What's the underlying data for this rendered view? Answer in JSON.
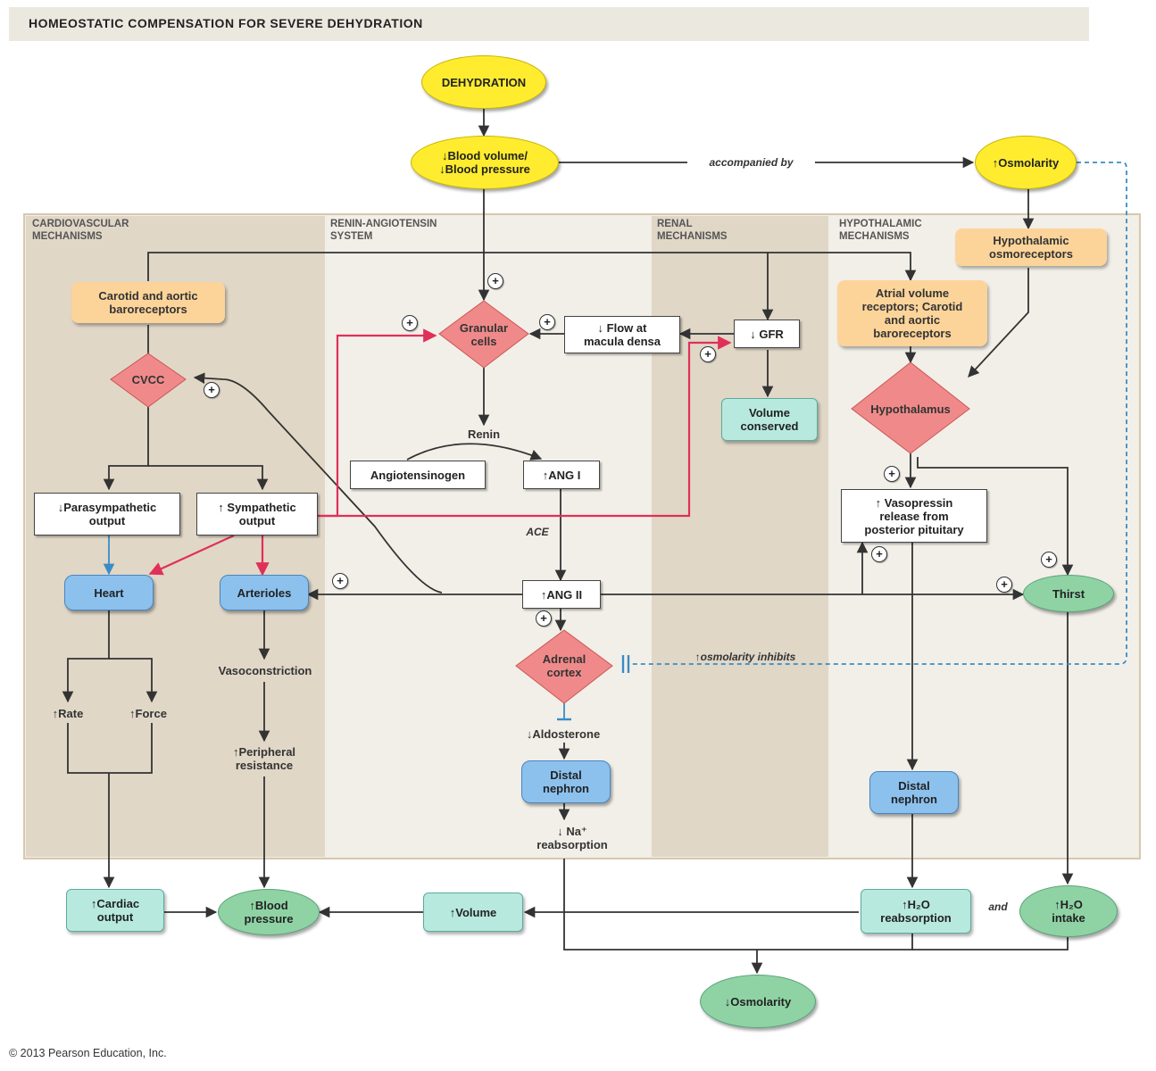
{
  "title": "HOMEOSTATIC COMPENSATION FOR SEVERE DEHYDRATION",
  "columns": {
    "cardio": "CARDIOVASCULAR\nMECHANISMS",
    "renin": "RENIN-ANGIOTENSIN\nSYSTEM",
    "renal": "RENAL\nMECHANISMS",
    "hypo": "HYPOTHALAMIC\nMECHANISMS"
  },
  "nodes": {
    "dehydration": "DEHYDRATION",
    "blood_volume": "↓Blood volume/\n↓Blood pressure",
    "accompanied": "accompanied by",
    "osmolarity_up": "↑Osmolarity",
    "hypo_osmo": "Hypothalamic\nosmoreceptors",
    "carotid": "Carotid and aortic\nbaroreceptors",
    "cvcc": "CVCC",
    "granular": "Granular\ncells",
    "flow_macula": "↓ Flow at\nmacula densa",
    "gfr": "↓ GFR",
    "volume_conserved": "Volume\nconserved",
    "atrial": "Atrial volume\nreceptors; Carotid\nand aortic\nbaroreceptors",
    "hypothalamus": "Hypothalamus",
    "renin": "Renin",
    "angiotensinogen": "Angiotensinogen",
    "ang1": "↑ANG I",
    "ace": "ACE",
    "parasym": "↓Parasympathetic\noutput",
    "sym": "↑ Sympathetic\noutput",
    "vasopressin": "↑ Vasopressin\nrelease from\nposterior pituitary",
    "heart": "Heart",
    "arterioles": "Arterioles",
    "ang2": "↑ANG II",
    "thirst": "Thirst",
    "adrenal": "Adrenal\ncortex",
    "osm_inhibits": "↑osmolarity inhibits",
    "vasoconstriction": "Vasoconstriction",
    "rate": "↑Rate",
    "force": "↑Force",
    "peripheral": "↑Peripheral\nresistance",
    "aldosterone": "↓Aldosterone",
    "distal1": "Distal\nnephron",
    "distal2": "Distal\nnephron",
    "na_reabs": "↓ Na⁺\nreabsorption",
    "cardiac_output": "↑Cardiac\noutput",
    "blood_pressure": "↑Blood\npressure",
    "volume_up": "↑Volume",
    "h2o_reabs": "↑H₂O\nreabsorption",
    "and": "and",
    "h2o_intake": "↑H₂O\nintake",
    "osmolarity_down": "↓Osmolarity"
  },
  "plus_sign": "+",
  "copyright": "© 2013 Pearson Education, Inc.",
  "colors": {
    "yellow": "#ffec2e",
    "orange": "#fcd49a",
    "red_diamond": "#f08a8a",
    "blue": "#8cc1ee",
    "teal": "#b7e9df",
    "green": "#8fd3a5",
    "red_arrow": "#e0305a",
    "blue_dashed": "#3a8cc6",
    "panel_dark": "#e0d7c7",
    "panel_light": "#f0ede5"
  }
}
